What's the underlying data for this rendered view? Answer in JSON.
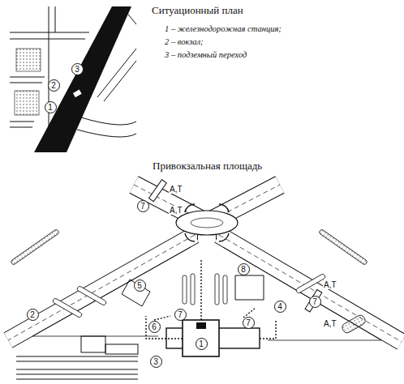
{
  "diagram": {
    "labels": [
      "Ситуационный план",
      "1 – железнодорожная станция;",
      "2 – вокзал;",
      "3 – подземный переход",
      "2",
      "3",
      "1",
      "Привокзальная площадь",
      "А,Т",
      "А,Т",
      "А,Т",
      "А,Т",
      "7",
      "7",
      "1",
      "2",
      "3",
      "4",
      "5",
      "6",
      "7",
      "7",
      "8"
    ]
  }
}
